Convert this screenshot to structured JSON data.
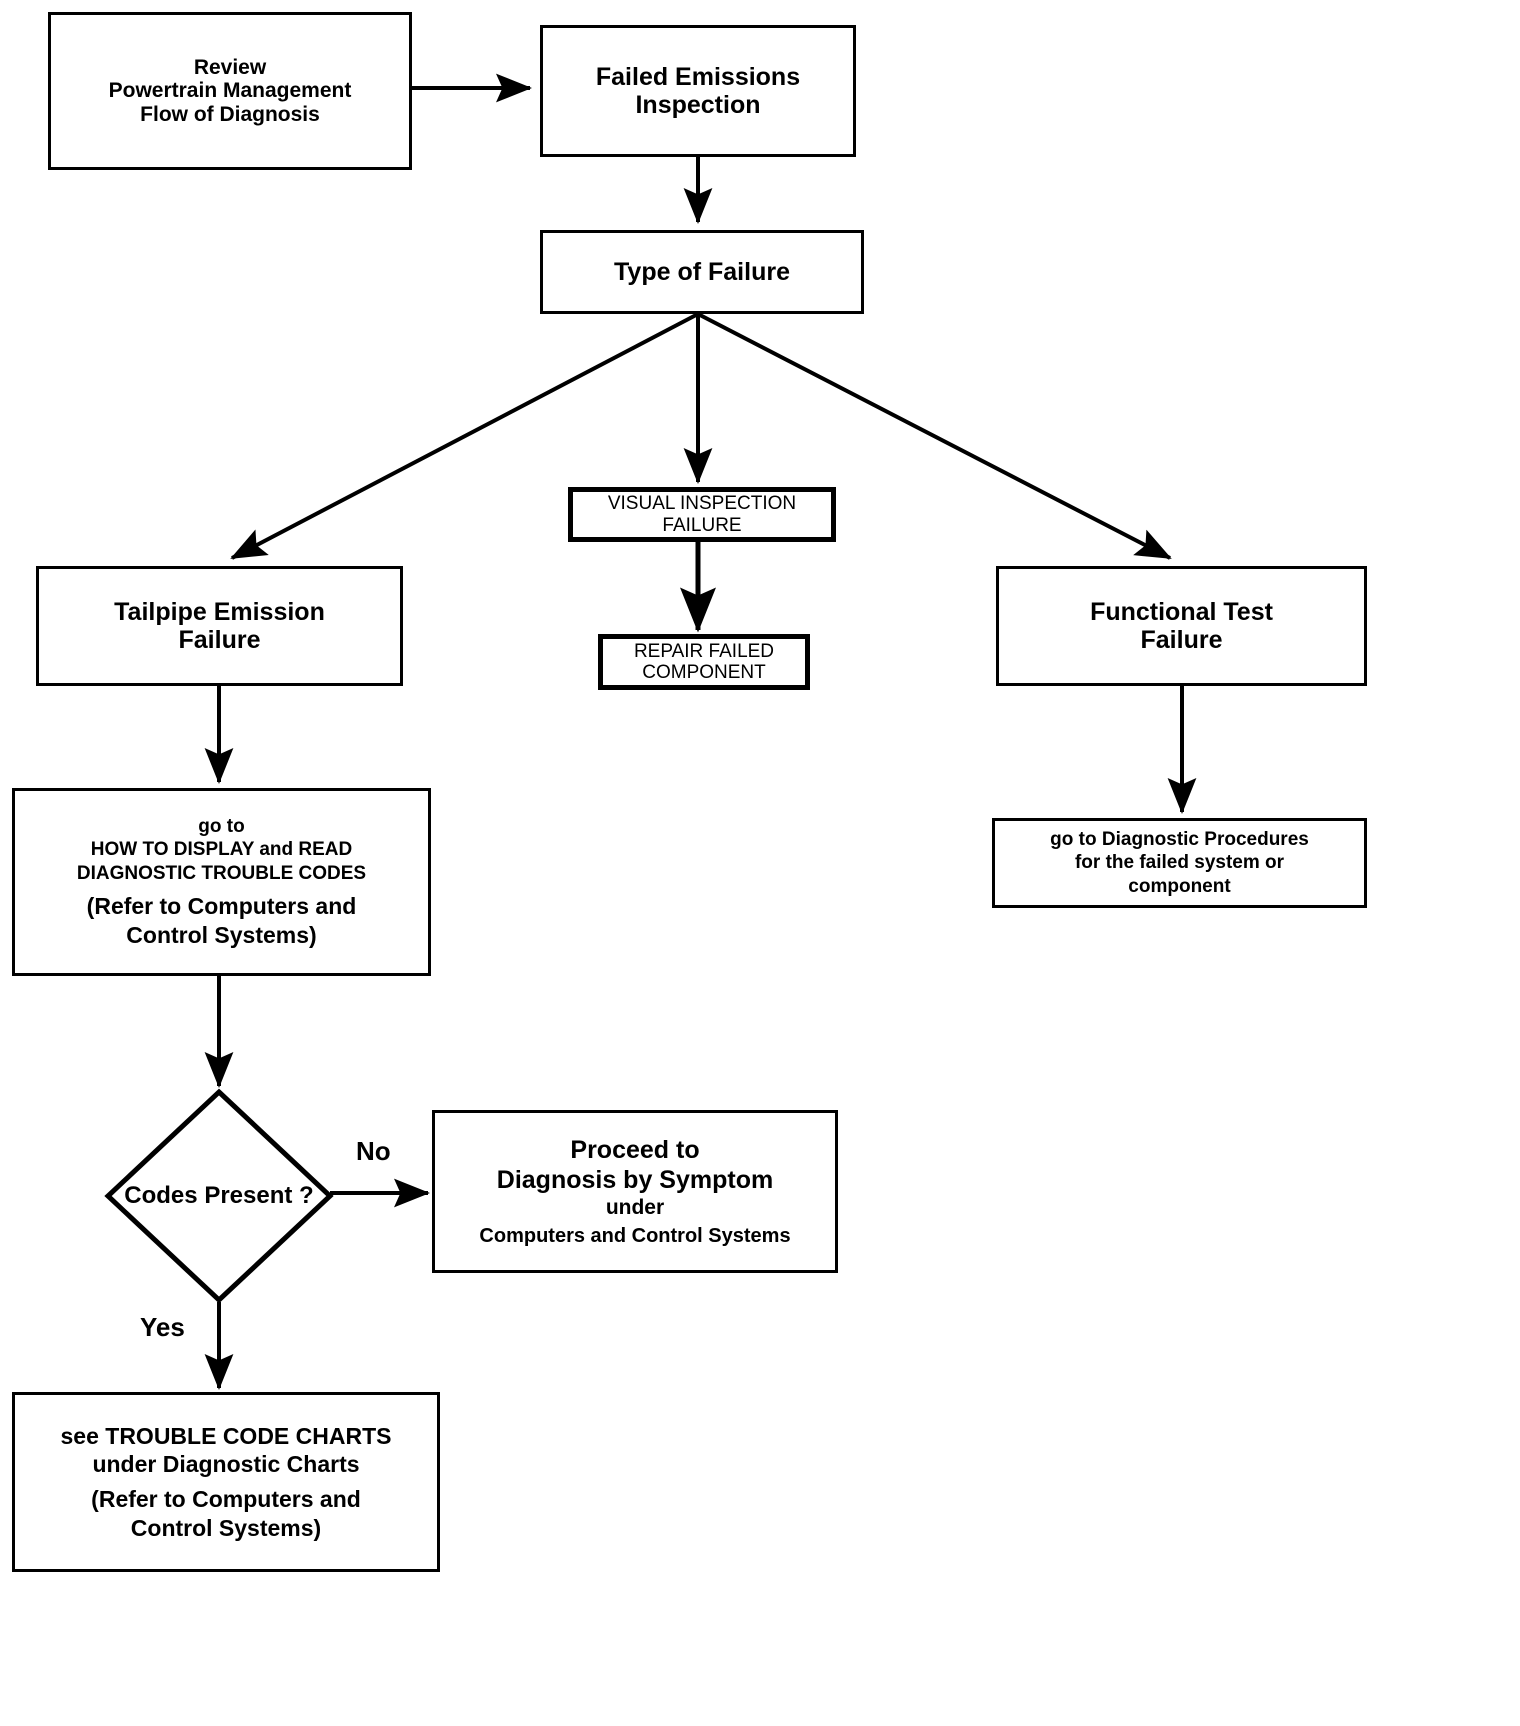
{
  "diagram": {
    "title": "Powertrain Management Flow of Diagnosis",
    "type": "flowchart",
    "background_color": "#ffffff",
    "line_color": "#000000"
  },
  "nodes": {
    "review": {
      "lines": [
        "Review",
        "Powertrain Management",
        "Flow of Diagnosis"
      ]
    },
    "failed_emissions": {
      "lines": [
        "Failed Emissions",
        "Inspection"
      ]
    },
    "type_of_failure": {
      "lines": [
        "Type of Failure"
      ]
    },
    "visual_inspection": {
      "lines": [
        "VISUAL INSPECTION",
        "FAILURE"
      ]
    },
    "repair_failed": {
      "lines": [
        "REPAIR FAILED",
        "COMPONENT"
      ]
    },
    "tailpipe": {
      "lines": [
        "Tailpipe Emission",
        "Failure"
      ]
    },
    "functional_test": {
      "lines": [
        "Functional Test",
        "Failure"
      ]
    },
    "how_to_display": {
      "lines": [
        "go to",
        "HOW TO DISPLAY and READ",
        "DIAGNOSTIC TROUBLE CODES",
        "(Refer to Computers and",
        "Control Systems)"
      ]
    },
    "diagnostic_procedures": {
      "lines": [
        "go to    Diagnostic Procedures",
        "for the failed system or",
        "component"
      ]
    },
    "codes_present": {
      "lines": [
        "Codes",
        "Present",
        "?"
      ]
    },
    "proceed_to_diagnosis": {
      "lines": [
        "Proceed to",
        "Diagnosis by  Symptom",
        "under",
        "Computers and Control Systems"
      ]
    },
    "trouble_code_charts": {
      "lines": [
        "see TROUBLE  CODE  CHARTS",
        "under Diagnostic Charts",
        "(Refer to Computers and",
        "Control Systems)"
      ]
    }
  },
  "edge_labels": {
    "no": "No",
    "yes": "Yes"
  }
}
